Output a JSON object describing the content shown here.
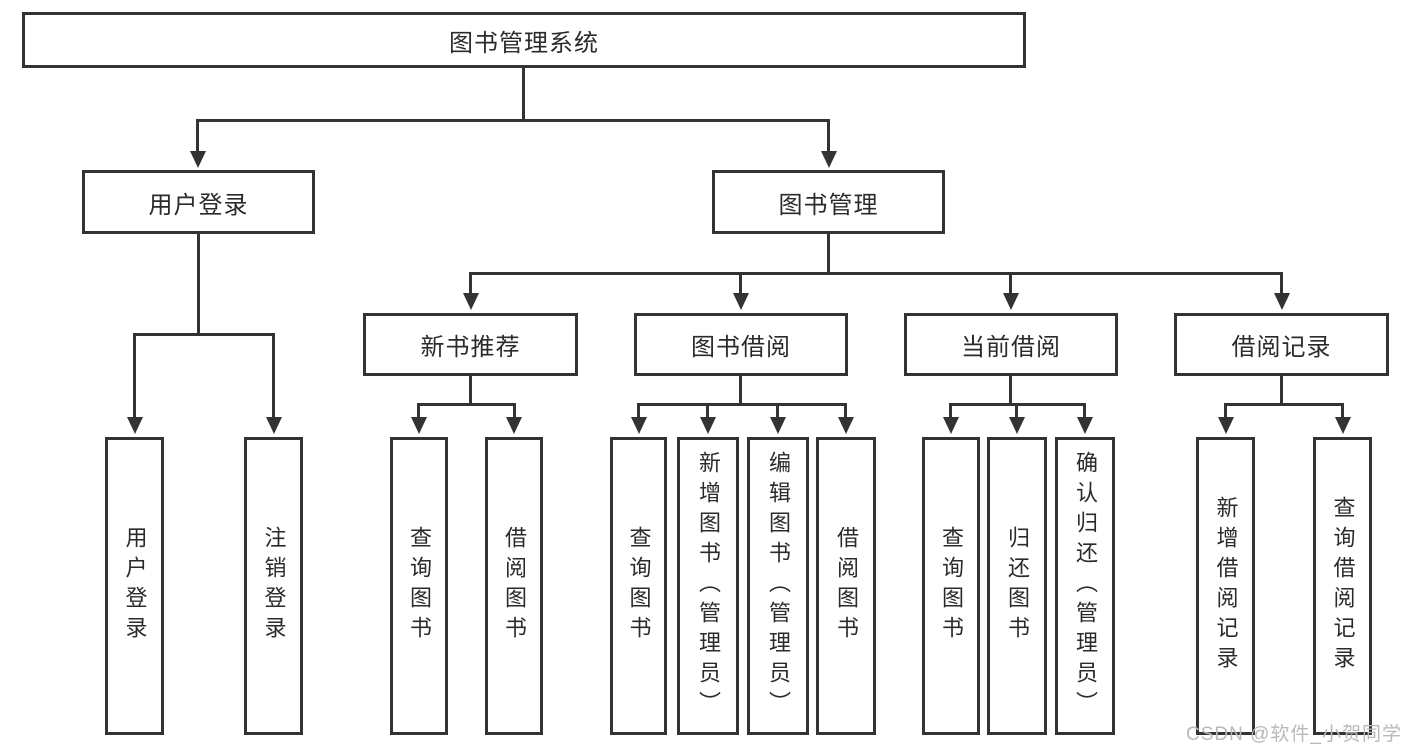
{
  "page": {
    "background_color": "#ffffff",
    "watermark": {
      "text": "CSDN @软件_小贺同学",
      "color": "#b9b9bd"
    }
  },
  "diagram": {
    "type": "functional-structure-tree",
    "stroke_color": "#333333",
    "node_background_color": "#ffffff",
    "text_color": "#2b2b2b",
    "nodes": {
      "root": {
        "label": "图书管理系统"
      },
      "user_login": {
        "label": "用户登录"
      },
      "book_management": {
        "label": "图书管理"
      },
      "new_book_recommend": {
        "label": "新书推荐"
      },
      "book_borrowing": {
        "label": "图书借阅"
      },
      "current_borrowing": {
        "label": "当前借阅"
      },
      "borrowing_records": {
        "label": "借阅记录"
      },
      "leaf_user_login": {
        "label": "用户登录"
      },
      "leaf_logout": {
        "label": "注销登录"
      },
      "leaf_query_book_1": {
        "label": "查询图书"
      },
      "leaf_borrow_book_1": {
        "label": "借阅图书"
      },
      "leaf_query_book_2": {
        "label": "查询图书"
      },
      "leaf_add_book": {
        "label": "新增图书（管理员）"
      },
      "leaf_edit_book": {
        "label": "编辑图书（管理员）"
      },
      "leaf_borrow_book_2": {
        "label": "借阅图书"
      },
      "leaf_query_book_3": {
        "label": "查询图书"
      },
      "leaf_return_book": {
        "label": "归还图书"
      },
      "leaf_confirm_return": {
        "label": "确认归还（管理员）"
      },
      "leaf_add_borrow_record": {
        "label": "新增借阅记录"
      },
      "leaf_query_borrow_record": {
        "label": "查询借阅记录"
      }
    },
    "hierarchy": {
      "root": [
        "user_login",
        "book_management"
      ],
      "user_login": [
        "leaf_user_login",
        "leaf_logout"
      ],
      "book_management": [
        "new_book_recommend",
        "book_borrowing",
        "current_borrowing",
        "borrowing_records"
      ],
      "new_book_recommend": [
        "leaf_query_book_1",
        "leaf_borrow_book_1"
      ],
      "book_borrowing": [
        "leaf_query_book_2",
        "leaf_add_book",
        "leaf_edit_book",
        "leaf_borrow_book_2"
      ],
      "current_borrowing": [
        "leaf_query_book_3",
        "leaf_return_book",
        "leaf_confirm_return"
      ],
      "borrowing_records": [
        "leaf_add_borrow_record",
        "leaf_query_borrow_record"
      ]
    }
  }
}
